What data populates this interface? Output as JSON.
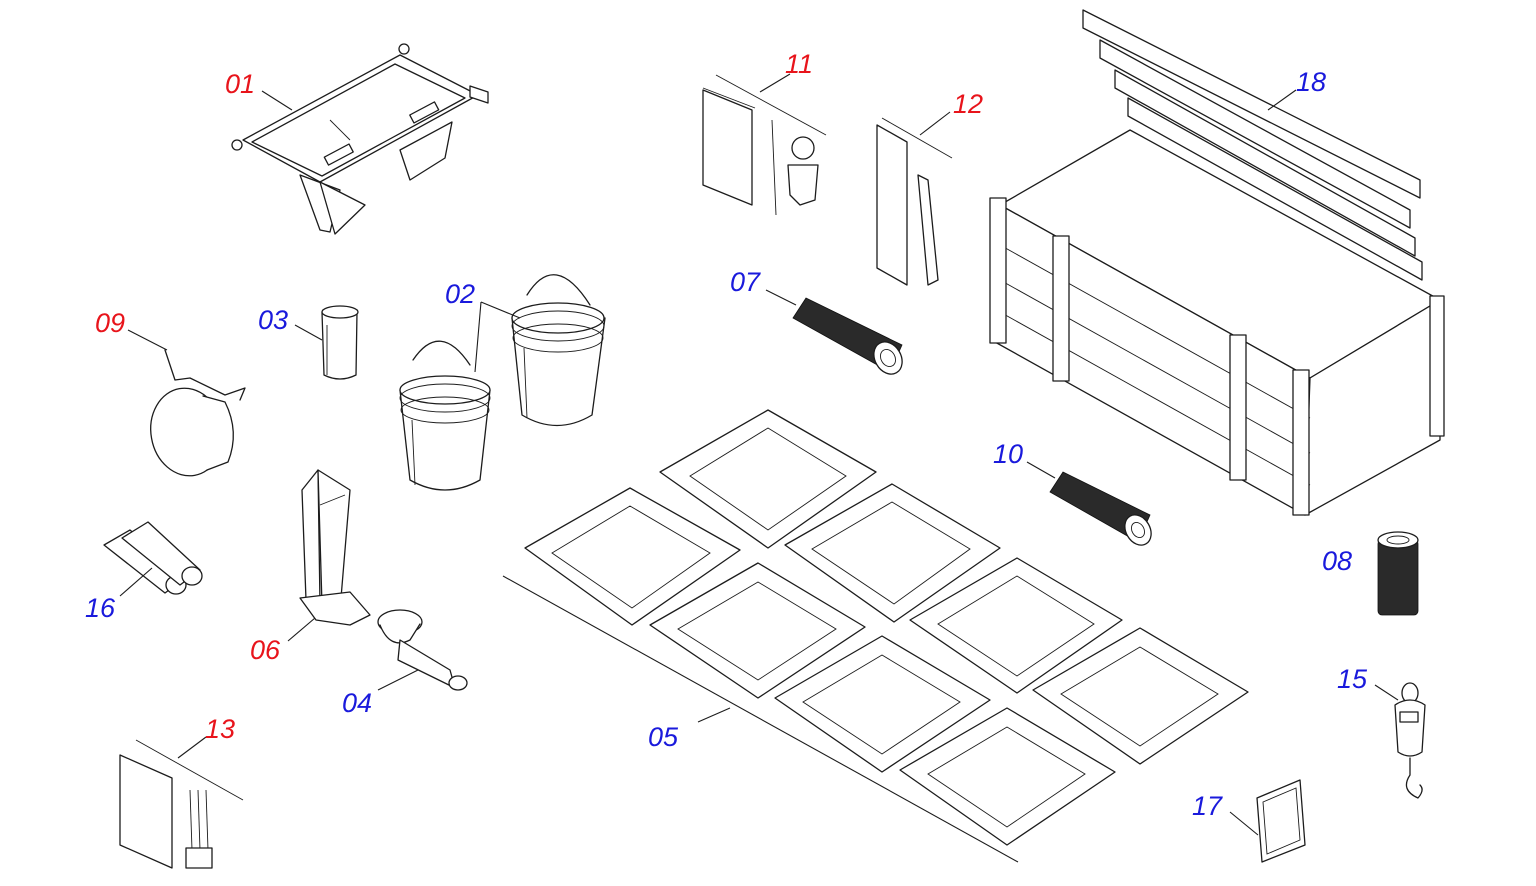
{
  "callouts": [
    {
      "id": "01",
      "color": "red"
    },
    {
      "id": "02",
      "color": "blue"
    },
    {
      "id": "03",
      "color": "blue"
    },
    {
      "id": "04",
      "color": "blue"
    },
    {
      "id": "05",
      "color": "blue"
    },
    {
      "id": "06",
      "color": "red"
    },
    {
      "id": "07",
      "color": "blue"
    },
    {
      "id": "08",
      "color": "blue"
    },
    {
      "id": "09",
      "color": "red"
    },
    {
      "id": "10",
      "color": "blue"
    },
    {
      "id": "11",
      "color": "red"
    },
    {
      "id": "12",
      "color": "red"
    },
    {
      "id": "13",
      "color": "red"
    },
    {
      "id": "15",
      "color": "blue"
    },
    {
      "id": "16",
      "color": "blue"
    },
    {
      "id": "17",
      "color": "blue"
    },
    {
      "id": "18",
      "color": "blue"
    }
  ],
  "colors": {
    "red_label": "#e8141b",
    "blue_label": "#1a1adc",
    "line": "#1c1c1c"
  }
}
